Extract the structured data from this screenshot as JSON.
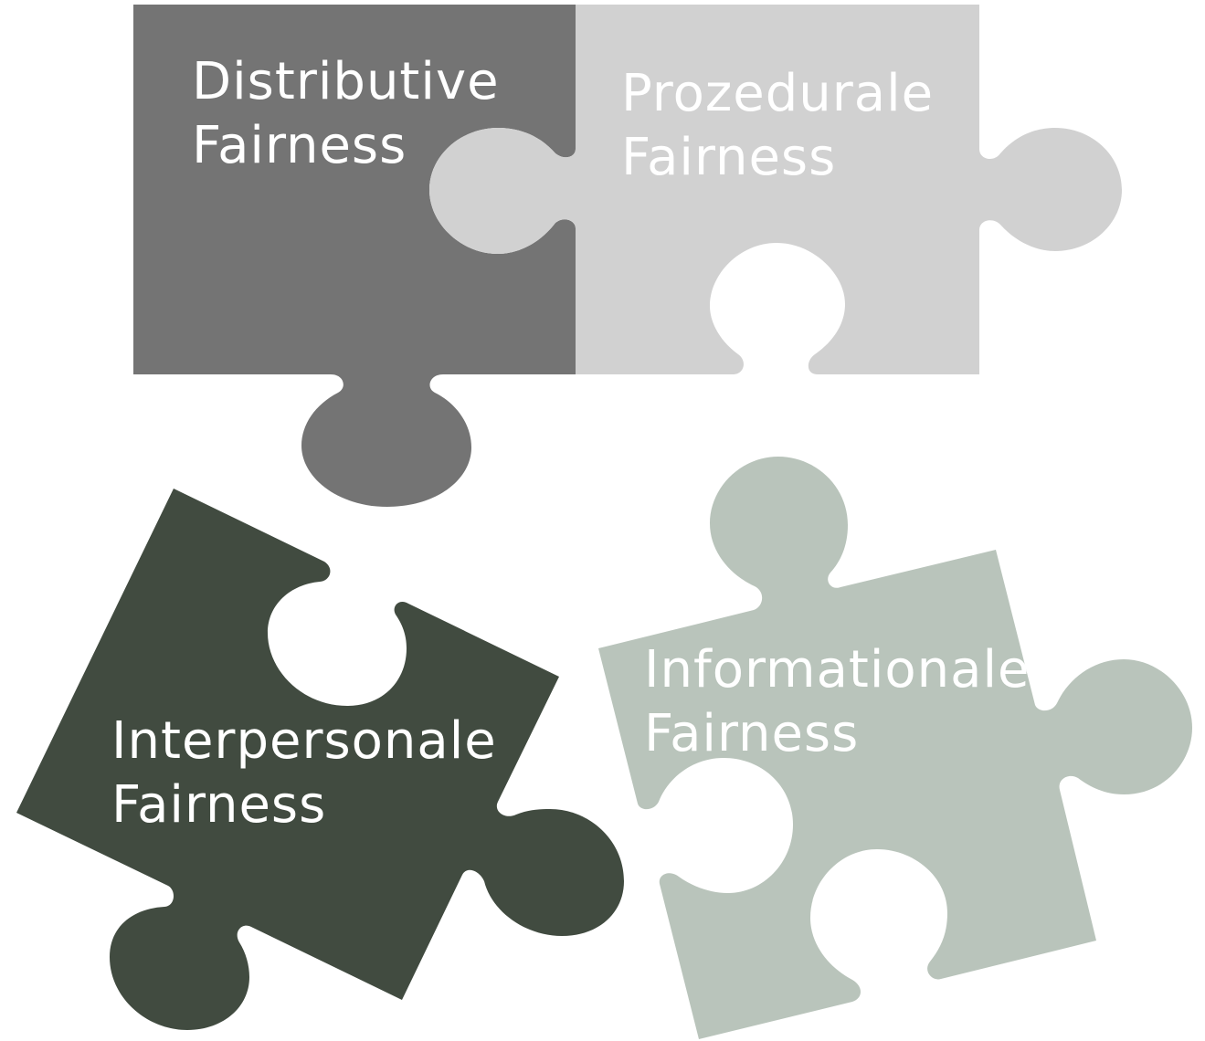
{
  "pieces": [
    {
      "id": "distributive",
      "line1": "Distributive",
      "line2": "Fairness",
      "color": "#747474"
    },
    {
      "id": "prozedurale",
      "line1": "Prozedurale",
      "line2": "Fairness",
      "color": "#d1d1d1"
    },
    {
      "id": "interpersonale",
      "line1": "Interpersonale",
      "line2": "Fairness",
      "color": "#414b40"
    },
    {
      "id": "informationale",
      "line1": "Informationale",
      "line2": "Fairness",
      "color": "#b9c4bb"
    }
  ]
}
